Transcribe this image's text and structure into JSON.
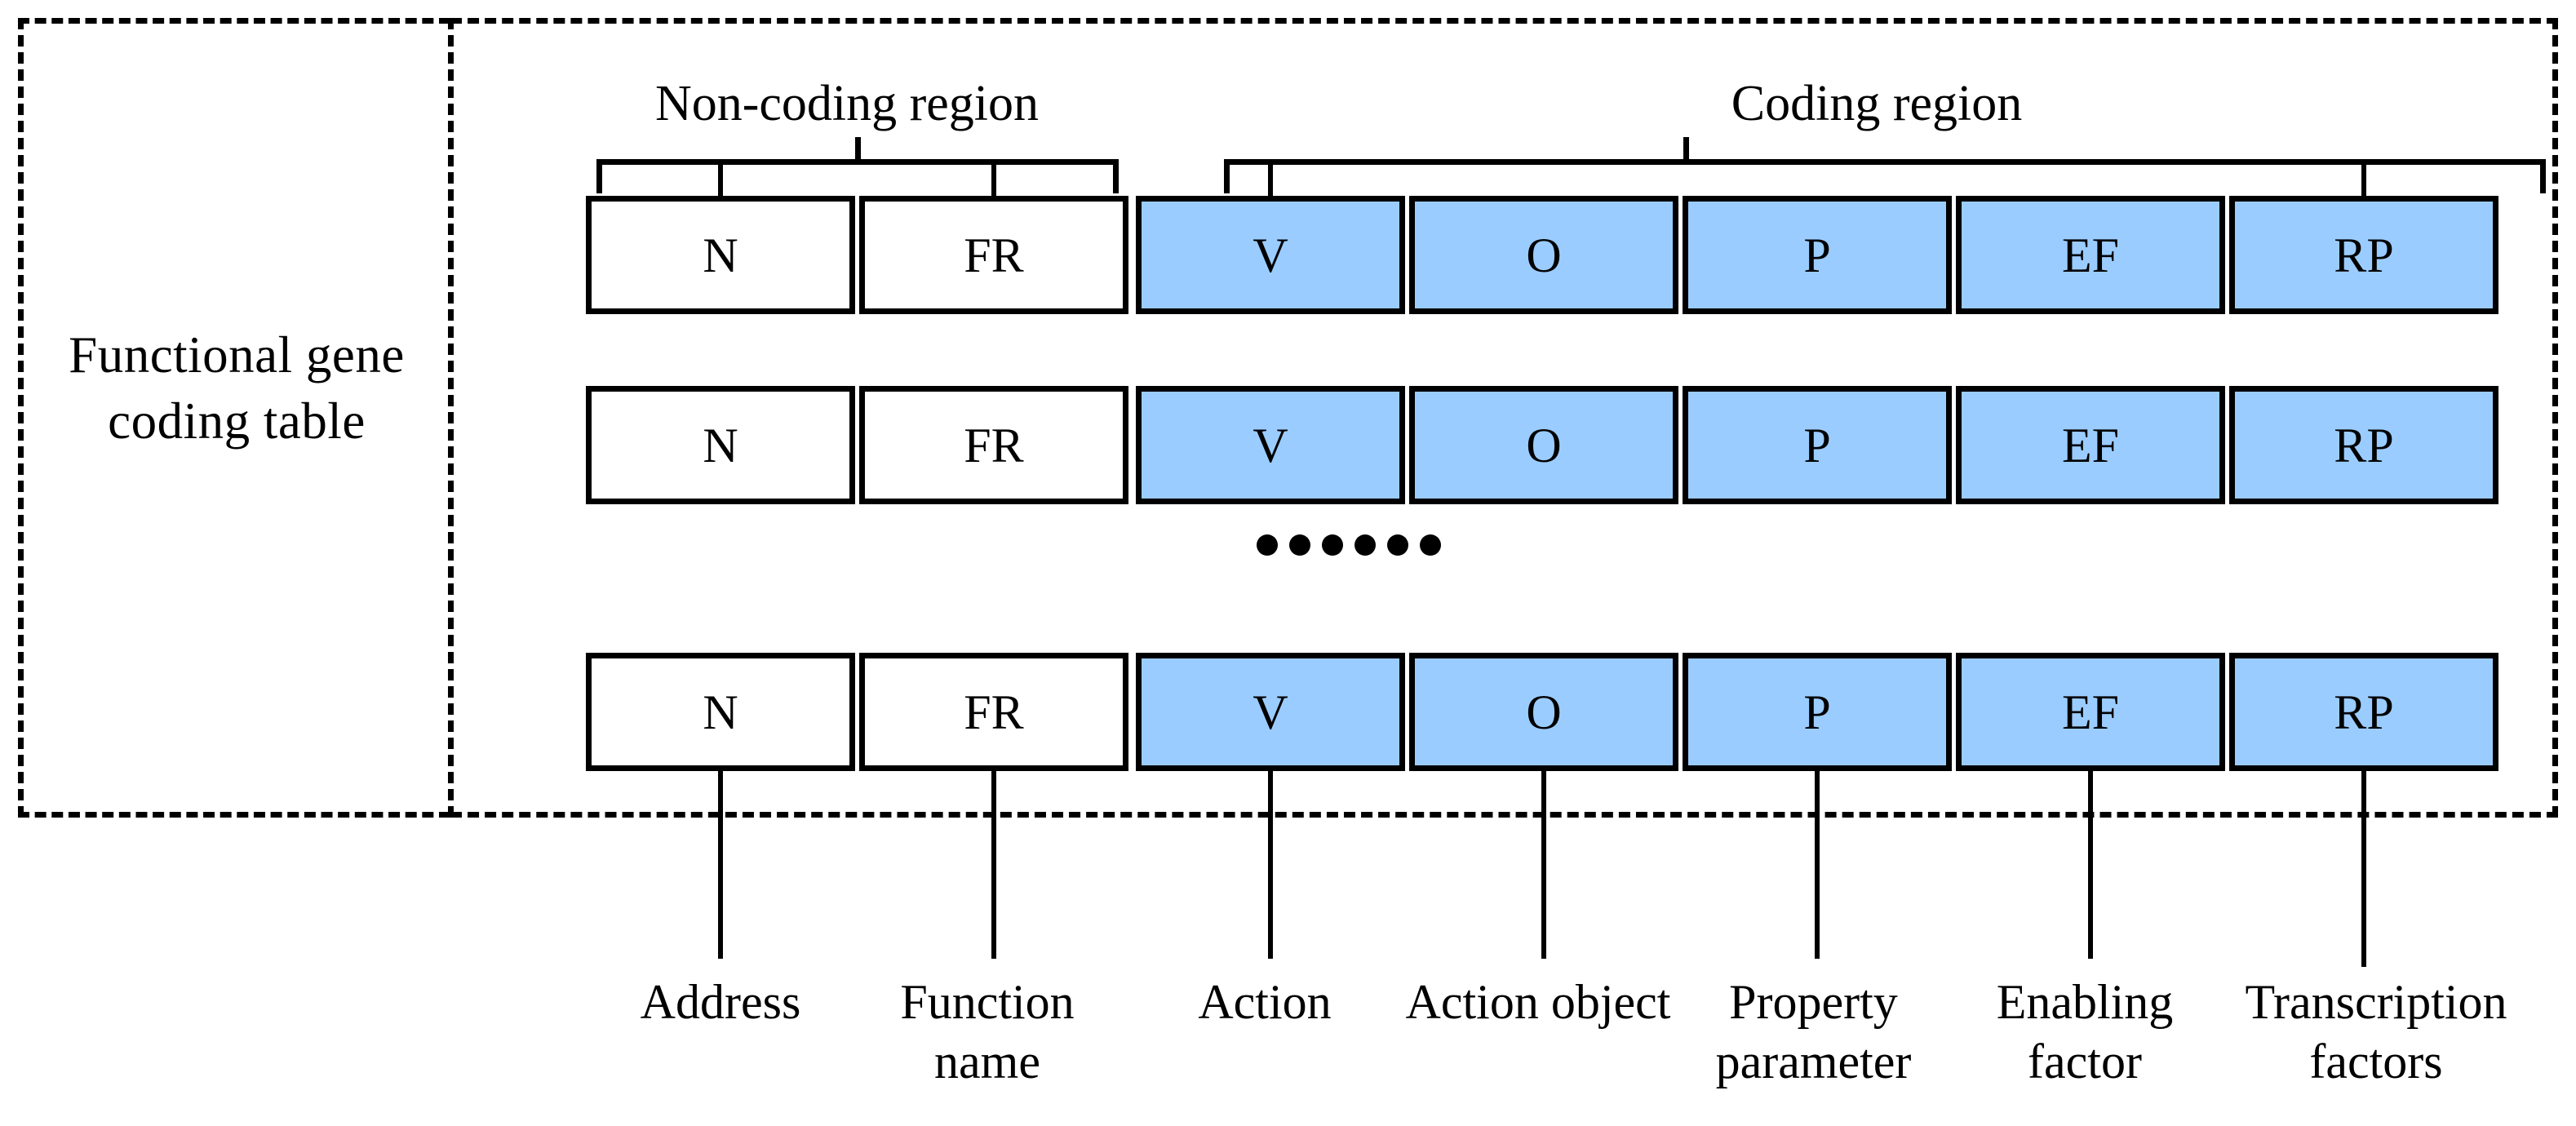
{
  "caption": {
    "text": "Functional gene coding table"
  },
  "regions": [
    {
      "label": "Non-coding region"
    },
    {
      "label": "Coding region"
    }
  ],
  "columns": [
    {
      "code": "N",
      "region": "non-coding",
      "bottom_label": "Address"
    },
    {
      "code": "FR",
      "region": "non-coding",
      "bottom_label": "Function name"
    },
    {
      "code": "V",
      "region": "coding",
      "bottom_label": "Action"
    },
    {
      "code": "O",
      "region": "coding",
      "bottom_label": "Action object"
    },
    {
      "code": "P",
      "region": "coding",
      "bottom_label": "Property parameter"
    },
    {
      "code": "EF",
      "region": "coding",
      "bottom_label": "Enabling factor"
    },
    {
      "code": "RP",
      "region": "coding",
      "bottom_label": "Transcription factors"
    }
  ],
  "rows": [
    {
      "cells": [
        "N",
        "FR",
        "V",
        "O",
        "P",
        "EF",
        "RP"
      ]
    },
    {
      "cells": [
        "N",
        "FR",
        "V",
        "O",
        "P",
        "EF",
        "RP"
      ]
    },
    {
      "cells": [
        "N",
        "FR",
        "V",
        "O",
        "P",
        "EF",
        "RP"
      ]
    }
  ],
  "ellipsis": {
    "dots": 6
  },
  "colors": {
    "coding_fill": "#9BCCFF",
    "non_coding_fill": "#FFFFFF",
    "stroke": "#000000",
    "background": "#FFFFFF"
  }
}
